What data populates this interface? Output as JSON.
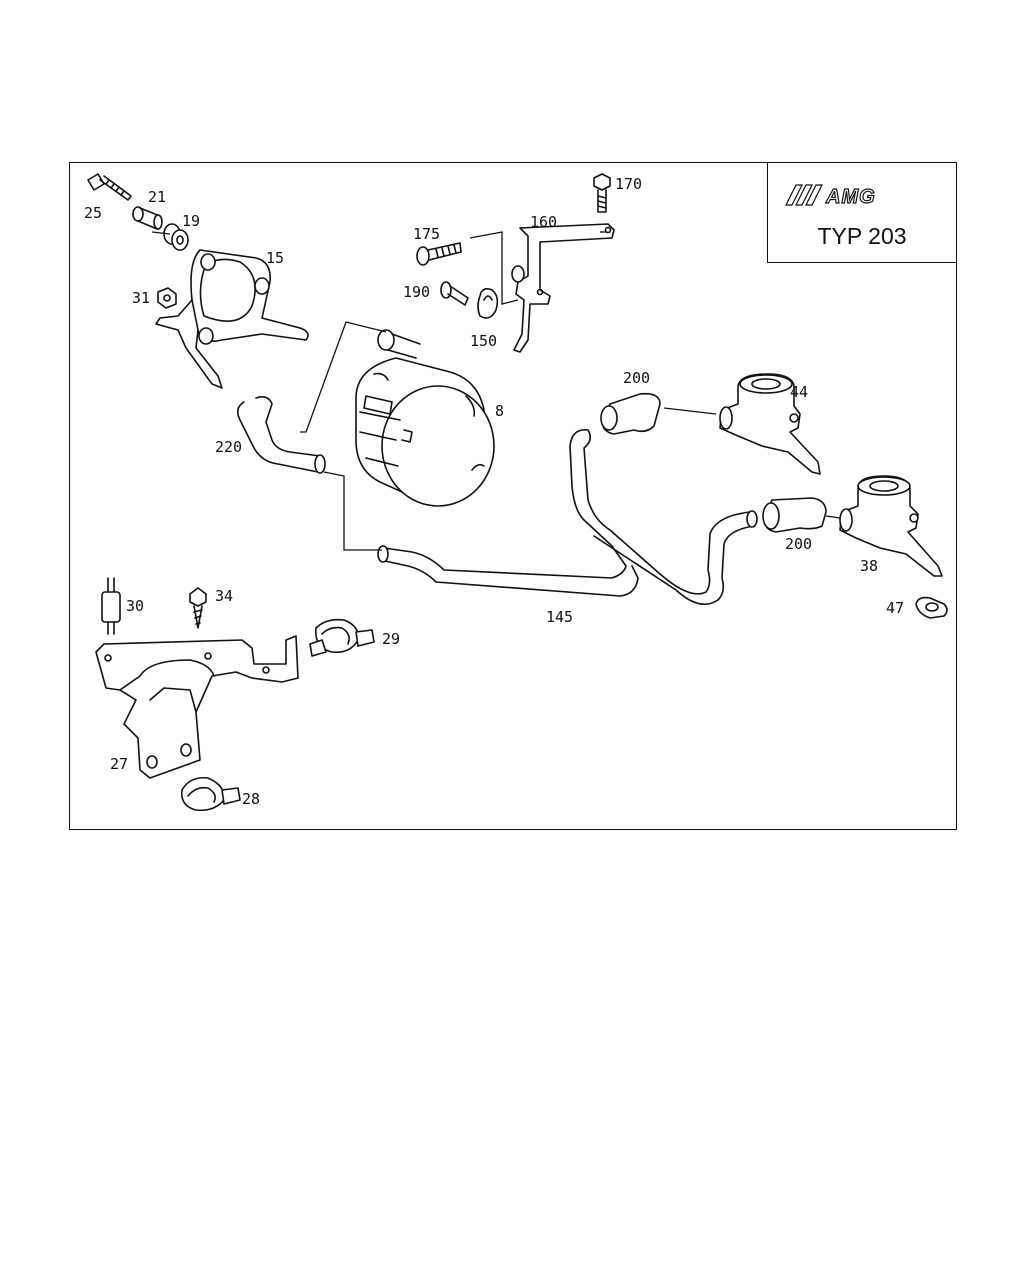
{
  "header": {
    "brand_logo_text": "AMG",
    "type_label": "TYP 203"
  },
  "callouts": [
    {
      "id": "c25",
      "text": "25"
    },
    {
      "id": "c21",
      "text": "21"
    },
    {
      "id": "c19",
      "text": "19"
    },
    {
      "id": "c15",
      "text": "15"
    },
    {
      "id": "c31",
      "text": "31"
    },
    {
      "id": "c175",
      "text": "175"
    },
    {
      "id": "c170",
      "text": "170"
    },
    {
      "id": "c160",
      "text": "160"
    },
    {
      "id": "c190",
      "text": "190"
    },
    {
      "id": "c150",
      "text": "150"
    },
    {
      "id": "c8",
      "text": "8"
    },
    {
      "id": "c220",
      "text": "220"
    },
    {
      "id": "c200a",
      "text": "200"
    },
    {
      "id": "c44",
      "text": "44"
    },
    {
      "id": "c200b",
      "text": "200"
    },
    {
      "id": "c38",
      "text": "38"
    },
    {
      "id": "c47",
      "text": "47"
    },
    {
      "id": "c145",
      "text": "145"
    },
    {
      "id": "c30",
      "text": "30"
    },
    {
      "id": "c34",
      "text": "34"
    },
    {
      "id": "c29",
      "text": "29"
    },
    {
      "id": "c27",
      "text": "27"
    },
    {
      "id": "c28",
      "text": "28"
    }
  ]
}
